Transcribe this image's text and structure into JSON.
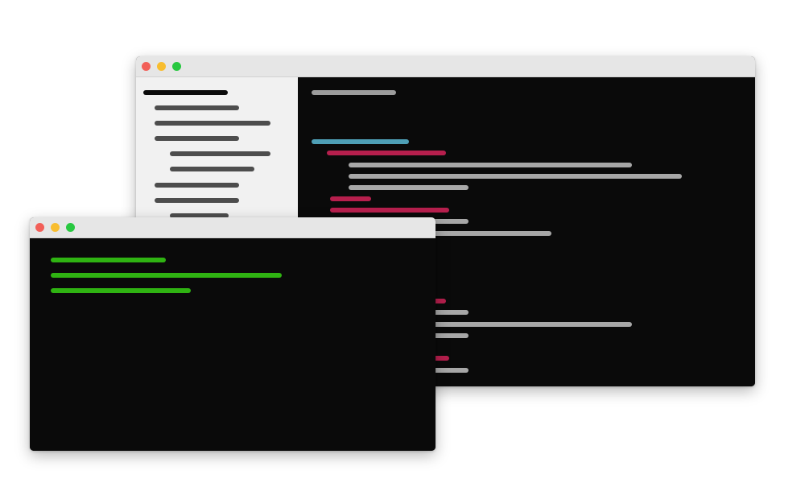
{
  "colors": {
    "page_background": "#ffffff",
    "titlebar": "#e6e6e6",
    "close_dot": "#f25f58",
    "minimize_dot": "#f8bd2f",
    "maximize_dot": "#28c840",
    "sidebar_background": "#f1f1f1",
    "sidebar_heading": "#0b0b0b",
    "sidebar_item": "#4d4d4d",
    "editor_background": "#0a0a0a",
    "code_comment": "#9d9d9d",
    "code_keyword": "#4e9fb6",
    "code_tag": "#b61f4d",
    "code_text": "#a7a7a7",
    "terminal_background": "#0a0a0a",
    "terminal_text": "#2fb312"
  },
  "editor_window": {
    "controls": [
      "close-dot",
      "minimize-dot",
      "maximize-dot"
    ],
    "sidebar_items": [
      {
        "kind": "heading"
      },
      {
        "kind": "item"
      },
      {
        "kind": "item"
      },
      {
        "kind": "item"
      },
      {
        "kind": "item"
      },
      {
        "kind": "item"
      },
      {
        "kind": "item"
      },
      {
        "kind": "item"
      },
      {
        "kind": "item"
      }
    ],
    "code_lines": [
      {
        "kind": "comment"
      },
      {
        "kind": "keyword"
      },
      {
        "kind": "tag"
      },
      {
        "kind": "text"
      },
      {
        "kind": "text"
      },
      {
        "kind": "text"
      },
      {
        "kind": "tag"
      },
      {
        "kind": "tag"
      },
      {
        "kind": "text"
      },
      {
        "kind": "text"
      },
      {
        "kind": "tag"
      },
      {
        "kind": "text"
      },
      {
        "kind": "text"
      },
      {
        "kind": "text"
      },
      {
        "kind": "tag"
      },
      {
        "kind": "text"
      }
    ]
  },
  "terminal_window": {
    "controls": [
      "close-dot",
      "minimize-dot",
      "maximize-dot"
    ],
    "output_lines": [
      {
        "kind": "output"
      },
      {
        "kind": "output"
      },
      {
        "kind": "output"
      }
    ]
  }
}
